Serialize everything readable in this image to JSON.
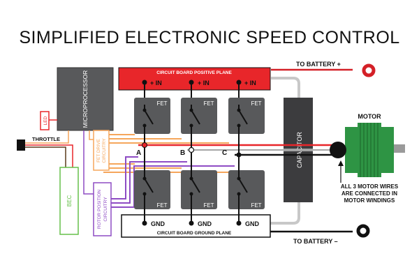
{
  "title": "SIMPLIFIED ELECTRONIC SPEED CONTROL",
  "blocks": {
    "microprocessor": "MICROPROCESSOR",
    "led": "LED",
    "throttle": "THROTTLE",
    "bec": "BEC",
    "fet_drive": [
      "FET DRIVE",
      "CIRCUITRY"
    ],
    "rotor_position": [
      "ROTOR POSITION",
      "CIRCUITRY"
    ],
    "capacitor": "CAPACITOR",
    "motor": "MOTOR"
  },
  "planes": {
    "positive": "CIRCUIT BOARD POSITIVE PLANE",
    "ground": "CIRCUIT BOARD GROUND PLANE"
  },
  "terminals": {
    "battery_pos": "TO BATTERY +",
    "battery_neg": "TO BATTERY –",
    "plus_in": "+ IN",
    "gnd": "GND"
  },
  "fet_label": "FET",
  "nodes": [
    "A",
    "B",
    "C"
  ],
  "motor_note": [
    "ALL 3 MOTOR WIRES",
    "ARE CONNECTED IN",
    "MOTOR WINDINGS"
  ],
  "colors": {
    "positive_plane": "#e8262a",
    "fet": "#58595b",
    "capacitor": "#3c3c3e",
    "motor_green": "#2e9444",
    "bec_green": "#66c04a",
    "fet_drive_orange": "#f5a65b",
    "rotor_purple": "#8e4cc4",
    "battery_red": "#d42027"
  }
}
